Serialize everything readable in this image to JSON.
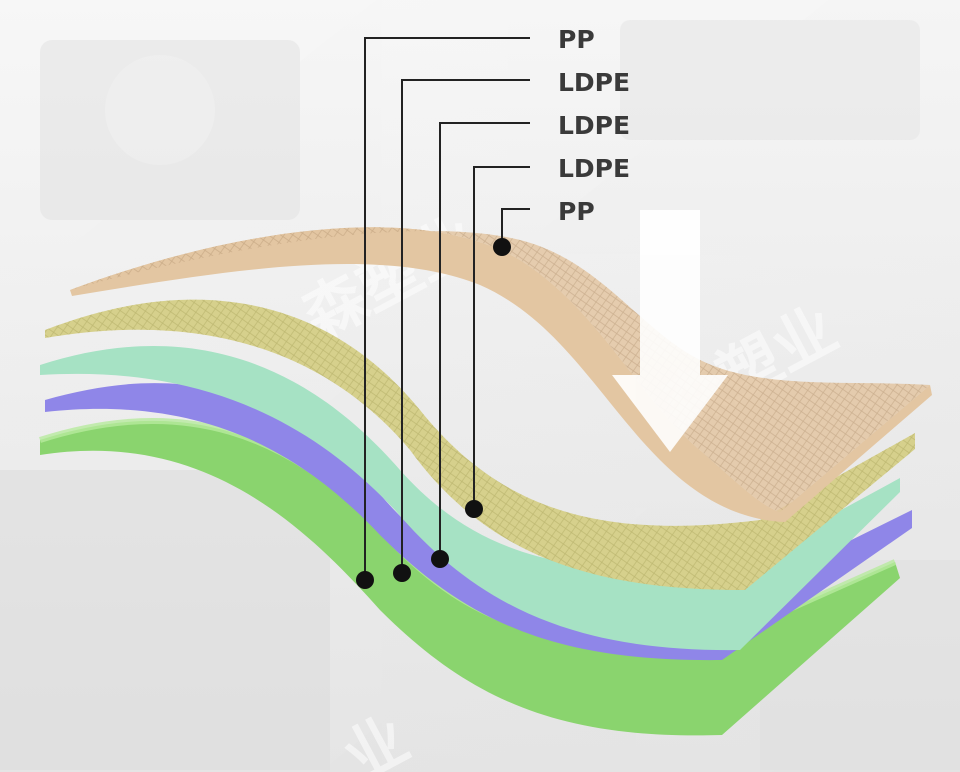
{
  "diagram": {
    "layers": [
      {
        "label": "PP",
        "color": "#e3c6a2"
      },
      {
        "label": "LDPE",
        "color": "#d6d08c"
      },
      {
        "label": "LDPE",
        "color": "#a6e2c4"
      },
      {
        "label": "LDPE",
        "color": "#8f86e8"
      },
      {
        "label": "PP",
        "color": "#8ad46e"
      }
    ],
    "arrow_icon": "down-arrow-icon",
    "watermark": "森塑业",
    "watermark_partial": "业"
  }
}
